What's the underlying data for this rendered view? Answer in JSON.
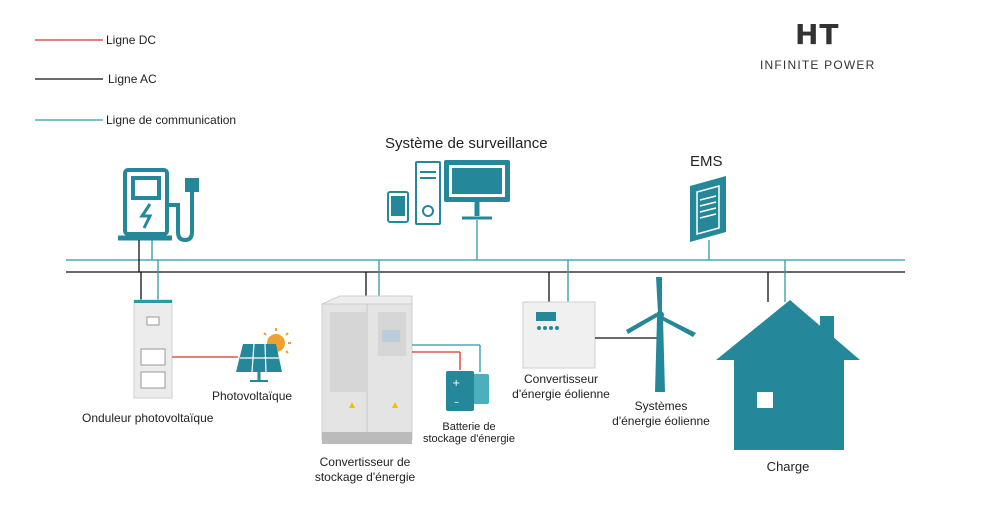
{
  "brand": {
    "mark": "HT",
    "tagline": "INFINITE POWER"
  },
  "legend": {
    "dc": {
      "label": "Ligne DC",
      "color": "#d9342b"
    },
    "ac": {
      "label": "Ligne AC",
      "color": "#111111"
    },
    "comm": {
      "label": "Ligne de communication",
      "color": "#2b9aa8"
    }
  },
  "nodes": {
    "monitoring": "Système de surveillance",
    "ems": "EMS",
    "pv_inverter": "Onduleur photovoltaïque",
    "pv": "Photovoltaïque",
    "storage_converter": "Convertisseur de\nstockage d'énergie",
    "battery": "Batterie de\nstockage d'énergie",
    "wind_converter": "Convertisseur\nd'énergie éolienne",
    "wind_system": "Systèmes\nd'énergie éolienne",
    "load": "Charge"
  },
  "colors": {
    "teal": "#25889a",
    "gray": "#e9e9e9"
  }
}
